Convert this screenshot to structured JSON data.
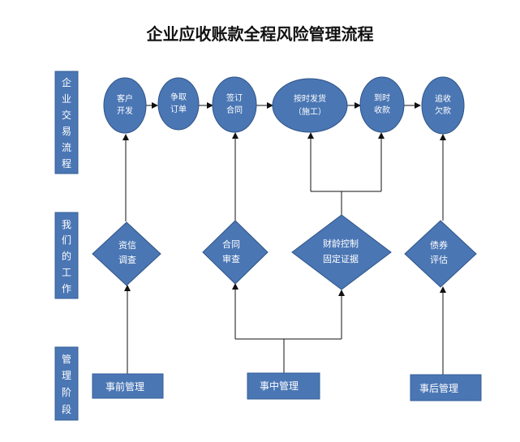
{
  "title": "企业应收账款全程风险管理流程",
  "lanes": [
    {
      "chars": [
        "企",
        "业",
        "交",
        "易",
        "流",
        "程"
      ]
    },
    {
      "chars": [
        "我",
        "们",
        "的",
        "工",
        "作"
      ]
    },
    {
      "chars": [
        "管",
        "理",
        "阶",
        "段"
      ]
    }
  ],
  "process_nodes": [
    {
      "lines": [
        "客户",
        "开发"
      ]
    },
    {
      "lines": [
        "争取",
        "订单"
      ]
    },
    {
      "lines": [
        "签订",
        "合同"
      ]
    },
    {
      "lines": [
        "按时发货",
        "（施工）"
      ]
    },
    {
      "lines": [
        "到时",
        "收款"
      ]
    },
    {
      "lines": [
        "追收",
        "欠款"
      ]
    }
  ],
  "work_nodes": [
    {
      "lines": [
        "资信",
        "调查"
      ]
    },
    {
      "lines": [
        "合同",
        "审查"
      ]
    },
    {
      "lines": [
        "财龄控制",
        "固定证据"
      ]
    },
    {
      "lines": [
        "债券",
        "评估"
      ]
    }
  ],
  "stages": [
    {
      "label": "事前管理"
    },
    {
      "label": "事中管理"
    },
    {
      "label": "事后管理"
    }
  ]
}
